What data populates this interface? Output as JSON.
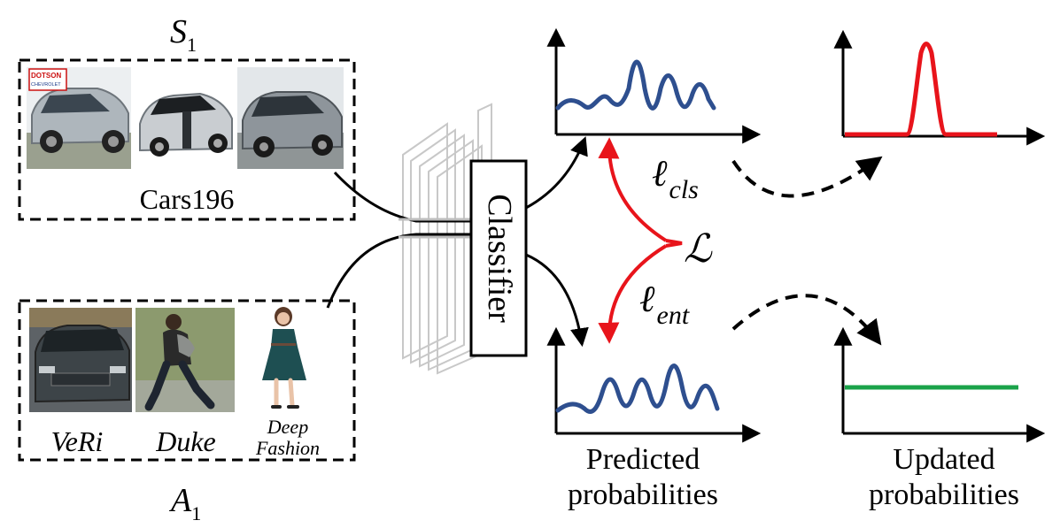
{
  "source_set": {
    "label_main": "S",
    "label_sub": "1",
    "dataset_name": "Cars196"
  },
  "aux_set": {
    "label_main": "A",
    "label_sub": "1",
    "datasets": [
      "VeRi",
      "Duke",
      "Deep",
      "Fashion"
    ]
  },
  "classifier": {
    "label": "Classifier"
  },
  "losses": {
    "cls_symbol": "ℓ",
    "cls_sub": "cls",
    "ent_symbol": "ℓ",
    "ent_sub": "ent",
    "total": "ℒ"
  },
  "captions": {
    "predicted_line1": "Predicted",
    "predicted_line2": "probabilities",
    "updated_line1": "Updated",
    "updated_line2": "probabilities"
  },
  "photos": {
    "car_sign_text_1": "DOTSON",
    "car_sign_text_2": "CHEVROLET"
  },
  "colors": {
    "blue_curve": "#2e4f8f",
    "red": "#e8141b",
    "green": "#1aa34a",
    "black": "#000000"
  }
}
